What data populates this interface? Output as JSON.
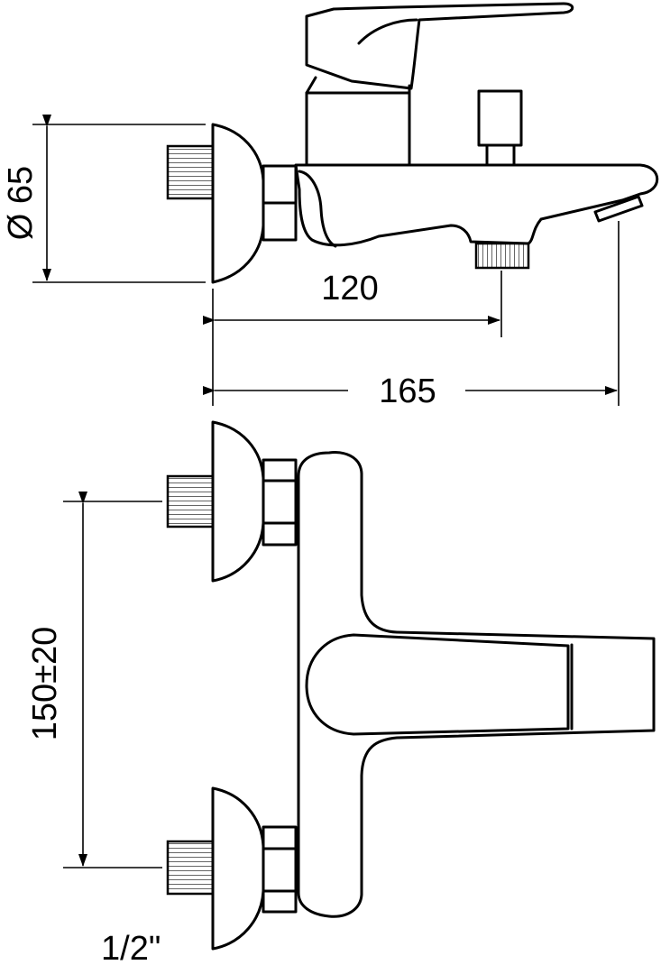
{
  "drawing": {
    "dimensions": {
      "diameter": "Ø 65",
      "spout_outlet": "120",
      "overall_depth": "165",
      "center_distance": "150±20",
      "thread_size": "1/2\""
    }
  }
}
